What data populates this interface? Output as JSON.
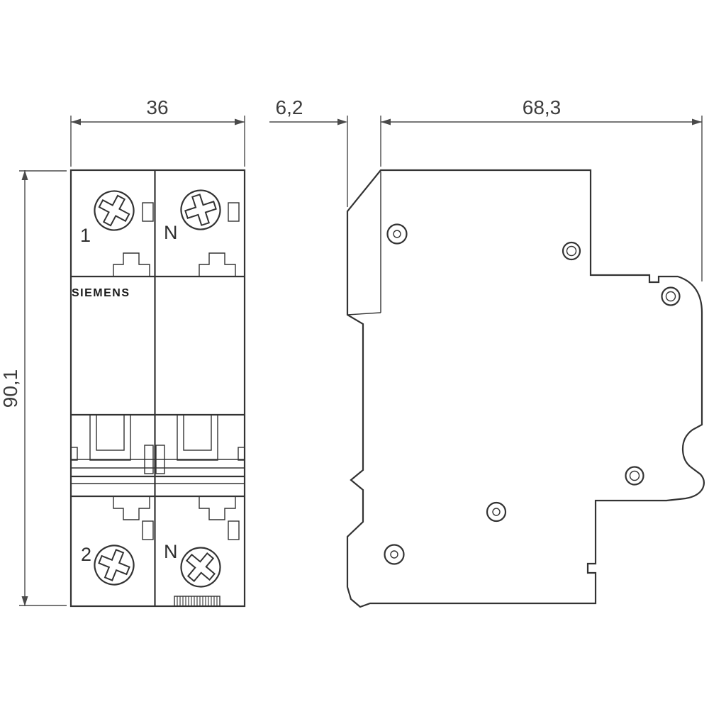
{
  "drawing": {
    "type": "dimensional-drawing",
    "brand": "SIEMENS",
    "dimensions": {
      "front_width": "36",
      "front_height": "90,1",
      "side_lip": "6,2",
      "side_depth": "68,3"
    },
    "terminals": {
      "top_left": "1",
      "top_right": "N",
      "bottom_left": "2",
      "bottom_right": "N"
    },
    "colors": {
      "outline": "#333333",
      "dimension": "#4a4a4a",
      "background": "#ffffff"
    }
  }
}
